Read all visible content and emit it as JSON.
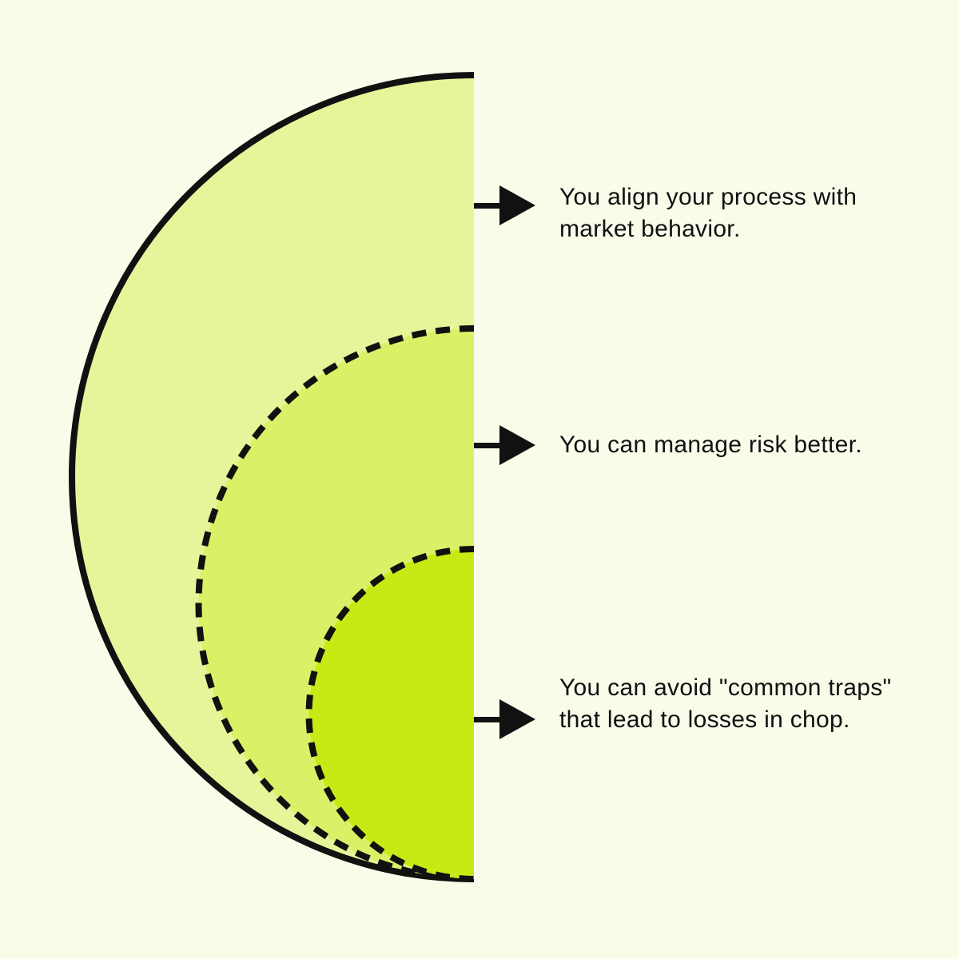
{
  "colors": {
    "background": "#f8fce9",
    "outer": "#e6f59a",
    "middle": "#dbf066",
    "inner": "#c8e914",
    "stroke": "#111111"
  },
  "items": [
    {
      "text": "You align your process with market behavior."
    },
    {
      "text": "You can manage risk better."
    },
    {
      "text": "You can avoid \"common traps\" that lead to losses in chop."
    }
  ]
}
